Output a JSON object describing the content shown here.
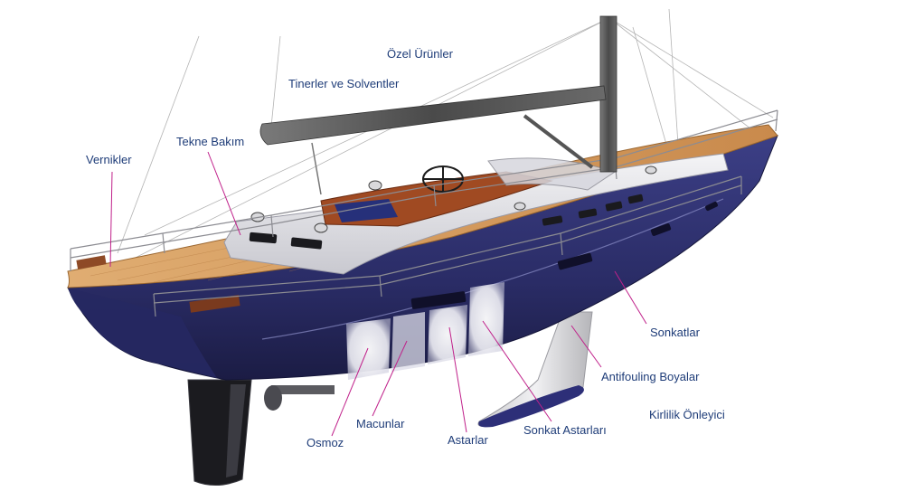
{
  "labels": {
    "ozel_urunler": "Özel Ürünler",
    "tinerler": "Tinerler ve Solventler",
    "tekne_bakim": "Tekne Bakım",
    "vernikler": "Vernikler",
    "sonkatlar": "Sonkatlar",
    "antifouling": "Antifouling Boyalar",
    "kirlilik": "Kirlilik Önleyici",
    "osmoz": "Osmoz",
    "macunlar": "Macunlar",
    "astarlar": "Astarlar",
    "sonkat_astarlari": "Sonkat Astarları"
  },
  "colors": {
    "label_text": "#1e3c78",
    "leader_line": "#c0208a",
    "hull": "#2e3170",
    "deck_wood": "#d49a5c",
    "mast": "#5a5a5a"
  }
}
